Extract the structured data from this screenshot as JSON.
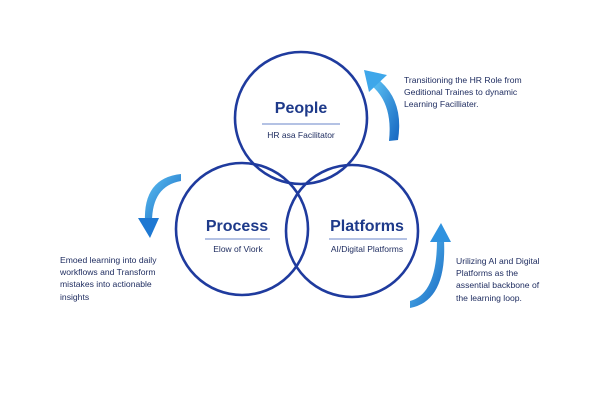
{
  "colors": {
    "ring": "#1f3b9e",
    "title": "#1e3a8a",
    "subtitle": "#1c2a5e",
    "divider": "#6a86c8",
    "arrow_light": "#5ec3f4",
    "arrow_dark": "#1565c0"
  },
  "circles": [
    {
      "id": "people",
      "title": "People",
      "subtitle": "HR asa Facilitator"
    },
    {
      "id": "process",
      "title": "Process",
      "subtitle": "Elow of Viork"
    },
    {
      "id": "platforms",
      "title": "Platforms",
      "subtitle": "AI/Digital Platforms"
    }
  ],
  "notes": {
    "people": [
      "Transitioning the HR Role from",
      "Geditional Traines to dynamic",
      "Learning Facilliater."
    ],
    "process": [
      "Emoed learning into daily",
      "workflows and Transform",
      "mistakes into actionable",
      "insights"
    ],
    "platforms": [
      "Urilizing AI and Digital",
      "Platforms as the",
      "assential backbone of",
      "the learning loop."
    ]
  }
}
